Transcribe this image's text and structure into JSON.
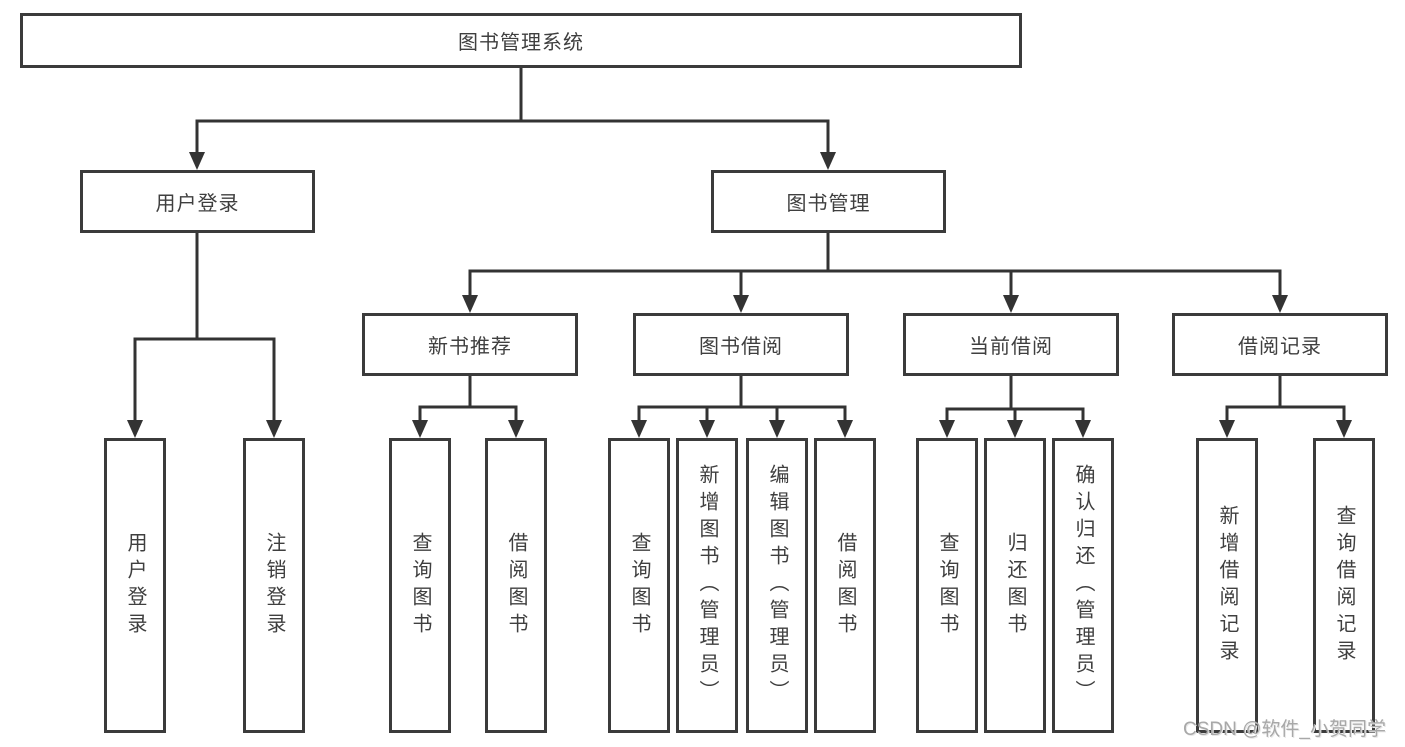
{
  "colors": {
    "line": "#333333",
    "box_border": "#3b3b3b",
    "box_fill": "#ffffff",
    "text": "#3f3f3f",
    "watermark": "#a8a8a8",
    "background": "#ffffff"
  },
  "tree": {
    "root": {
      "label": "图书管理系统"
    },
    "children": [
      {
        "label": "用户登录",
        "children": [
          {
            "label": "用户登录"
          },
          {
            "label": "注销登录"
          }
        ]
      },
      {
        "label": "图书管理",
        "children": [
          {
            "label": "新书推荐",
            "children": [
              {
                "label": "查询图书"
              },
              {
                "label": "借阅图书"
              }
            ]
          },
          {
            "label": "图书借阅",
            "children": [
              {
                "label": "查询图书"
              },
              {
                "label": "新增图书（管理员）"
              },
              {
                "label": "编辑图书（管理员）"
              },
              {
                "label": "借阅图书"
              }
            ]
          },
          {
            "label": "当前借阅",
            "children": [
              {
                "label": "查询图书"
              },
              {
                "label": "归还图书"
              },
              {
                "label": "确认归还（管理员）"
              }
            ]
          },
          {
            "label": "借阅记录",
            "children": [
              {
                "label": "新增借阅记录"
              },
              {
                "label": "查询借阅记录"
              }
            ]
          }
        ]
      }
    ]
  },
  "watermark": "CSDN @软件_小贺同学"
}
